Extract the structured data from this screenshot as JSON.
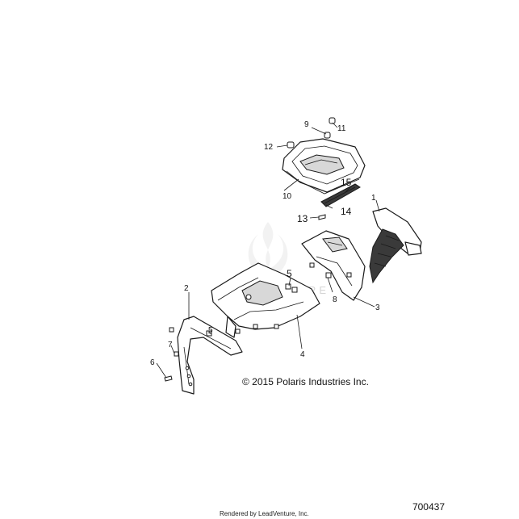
{
  "callouts": [
    {
      "id": "c1",
      "label": "1"
    },
    {
      "id": "c2",
      "label": "2"
    },
    {
      "id": "c3",
      "label": "3"
    },
    {
      "id": "c4",
      "label": "4"
    },
    {
      "id": "c5a",
      "label": "5"
    },
    {
      "id": "c5b",
      "label": "5"
    },
    {
      "id": "c6",
      "label": "6"
    },
    {
      "id": "c7",
      "label": "7"
    },
    {
      "id": "c8",
      "label": "8"
    },
    {
      "id": "c9",
      "label": "9"
    },
    {
      "id": "c10",
      "label": "10"
    },
    {
      "id": "c11",
      "label": "11"
    },
    {
      "id": "c12",
      "label": "12"
    },
    {
      "id": "c13",
      "label": "13"
    },
    {
      "id": "c14",
      "label": "14"
    },
    {
      "id": "c15",
      "label": "15"
    }
  ],
  "copyright": "© 2015 Polaris Industries Inc.",
  "diagram_id": "700437",
  "rendered_by": "Rendered by LeadVenture, Inc.",
  "watermark_text": "LEADVENTURE"
}
